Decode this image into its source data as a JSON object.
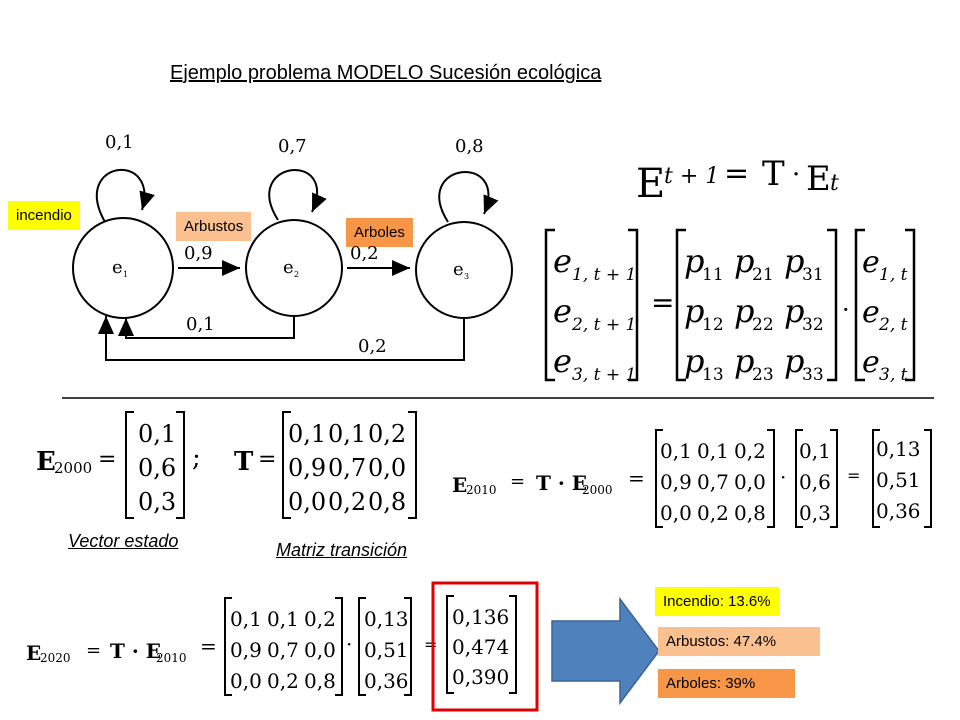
{
  "title": "Ejemplo problema MODELO Sucesión ecológica",
  "states": {
    "incendio": "incendio",
    "arbustos": "Arbustos",
    "arboles": "Arboles",
    "e1": "e",
    "e1_sub": "1",
    "e2": "e",
    "e2_sub": "2",
    "e3": "e",
    "e3_sub": "3"
  },
  "edges": {
    "self1": "0,1",
    "self2": "0,7",
    "self3": "0,8",
    "e1_e2": "0,9",
    "e2_e3": "0,2",
    "e2_e1": "0,1",
    "e3_e1": "0,2"
  },
  "formula": {
    "E": "E",
    "sub_t1": "t + 1",
    "eq": "=",
    "T": "T",
    "dot": "·",
    "sub_t": "t"
  },
  "matrix_eq": {
    "lhs": [
      "e",
      "e",
      "e"
    ],
    "lhs_sub": [
      "1, t + 1",
      "2, t + 1",
      "3, t + 1"
    ],
    "p_rows": [
      [
        "11",
        "21",
        "31"
      ],
      [
        "12",
        "22",
        "32"
      ],
      [
        "13",
        "23",
        "33"
      ]
    ],
    "rhs_sub": [
      "1, t",
      "2, t",
      "3, t"
    ]
  },
  "e2000": {
    "label": "E",
    "sub": "2000",
    "values": [
      "0,1",
      "0,6",
      "0,3"
    ],
    "suffix": ";"
  },
  "T_matrix": {
    "label": "T",
    "rows": [
      [
        "0,1",
        "0,1",
        "0,2"
      ],
      [
        "0,9",
        "0,7",
        "0,0"
      ],
      [
        "0,0",
        "0,2",
        "0,8"
      ]
    ]
  },
  "captions": {
    "vector": "Vector estado",
    "matriz": "Matriz transición"
  },
  "e2010": {
    "label": "E",
    "sub": "2010",
    "rhs": "T · E",
    "rhs_sub": "2000",
    "vector": [
      "0,1",
      "0,6",
      "0,3"
    ],
    "result": [
      "0,13",
      "0,51",
      "0,36"
    ]
  },
  "e2020": {
    "label": "E",
    "sub": "2020",
    "rhs": "T · E",
    "rhs_sub": "2010",
    "vector": [
      "0,13",
      "0,51",
      "0,36"
    ],
    "result": [
      "0,136",
      "0,474",
      "0,390"
    ]
  },
  "results": {
    "incendio": "Incendio: 13.6%",
    "arbustos": "Arbustos: 47.4%",
    "arboles": "Arboles: 39%"
  },
  "colors": {
    "tag_orange": "#fac090",
    "tag_orange_strong": "#f79646",
    "tag_yellow": "#ffff00",
    "arrow_blue": "#4f81bd",
    "highlight_red": "#e00000"
  }
}
